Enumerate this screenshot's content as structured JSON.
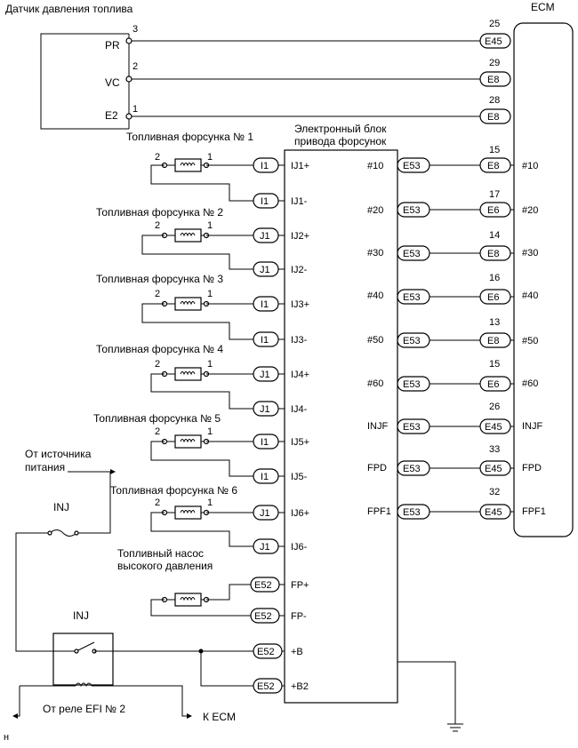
{
  "labels": {
    "sensor_title": "Датчик давления топлива",
    "ecm_title": "ECM",
    "edu_title_1": "Электронный блок",
    "edu_title_2": "привода форсунок",
    "power_src_1": "От источника",
    "power_src_2": "питания",
    "inj_fuse": "INJ",
    "inj_relay": "INJ",
    "hp_pump_1": "Топливный насос",
    "hp_pump_2": "высокого давления",
    "efi_relay": "От реле EFI № 2",
    "to_ecm": "К ECM",
    "corner_mark": "н"
  },
  "sensor": [
    {
      "pin": "PR",
      "num": "3",
      "ecm_pin": "25",
      "ecm_conn": "E45"
    },
    {
      "pin": "VC",
      "num": "2",
      "ecm_pin": "29",
      "ecm_conn": "E8"
    },
    {
      "pin": "E2",
      "num": "1",
      "ecm_pin": "28",
      "ecm_conn": "E8"
    }
  ],
  "injectors": [
    {
      "title": "Топливная форсунка № 1",
      "pin_a": "2",
      "pin_b": "1",
      "conn": "I1",
      "plus": "IJ1+",
      "minus": "IJ1-"
    },
    {
      "title": "Топливная форсунка № 2",
      "pin_a": "2",
      "pin_b": "1",
      "conn": "J1",
      "plus": "IJ2+",
      "minus": "IJ2-"
    },
    {
      "title": "Топливная форсунка № 3",
      "pin_a": "2",
      "pin_b": "1",
      "conn": "I1",
      "plus": "IJ3+",
      "minus": "IJ3-"
    },
    {
      "title": "Топливная форсунка № 4",
      "pin_a": "2",
      "pin_b": "1",
      "conn": "J1",
      "plus": "IJ4+",
      "minus": "IJ4-"
    },
    {
      "title": "Топливная форсунка № 5",
      "pin_a": "2",
      "pin_b": "1",
      "conn": "I1",
      "plus": "IJ5+",
      "minus": "IJ5-"
    },
    {
      "title": "Топливная форсунка № 6",
      "pin_a": "2",
      "pin_b": "1",
      "conn": "J1",
      "plus": "IJ6+",
      "minus": "IJ6-"
    }
  ],
  "edu_signals": [
    {
      "edu_pin": "#10",
      "edu_conn": "E53",
      "ecm_num": "15",
      "ecm_conn": "E8",
      "ecm_pin": "#10"
    },
    {
      "edu_pin": "#20",
      "edu_conn": "E53",
      "ecm_num": "17",
      "ecm_conn": "E6",
      "ecm_pin": "#20"
    },
    {
      "edu_pin": "#30",
      "edu_conn": "E53",
      "ecm_num": "14",
      "ecm_conn": "E8",
      "ecm_pin": "#30"
    },
    {
      "edu_pin": "#40",
      "edu_conn": "E53",
      "ecm_num": "16",
      "ecm_conn": "E6",
      "ecm_pin": "#40"
    },
    {
      "edu_pin": "#50",
      "edu_conn": "E53",
      "ecm_num": "13",
      "ecm_conn": "E8",
      "ecm_pin": "#50"
    },
    {
      "edu_pin": "#60",
      "edu_conn": "E53",
      "ecm_num": "15",
      "ecm_conn": "E6",
      "ecm_pin": "#60"
    },
    {
      "edu_pin": "INJF",
      "edu_conn": "E53",
      "ecm_num": "26",
      "ecm_conn": "E45",
      "ecm_pin": "INJF"
    },
    {
      "edu_pin": "FPD",
      "edu_conn": "E53",
      "ecm_num": "33",
      "ecm_conn": "E45",
      "ecm_pin": "FPD"
    },
    {
      "edu_pin": "FPF1",
      "edu_conn": "E53",
      "ecm_num": "32",
      "ecm_conn": "E45",
      "ecm_pin": "FPF1"
    }
  ],
  "pump": [
    {
      "conn": "E52",
      "pin": "FP+"
    },
    {
      "conn": "E52",
      "pin": "FP-"
    }
  ],
  "power": [
    {
      "conn": "E52",
      "pin": "+B"
    },
    {
      "conn": "E52",
      "pin": "+B2"
    }
  ]
}
